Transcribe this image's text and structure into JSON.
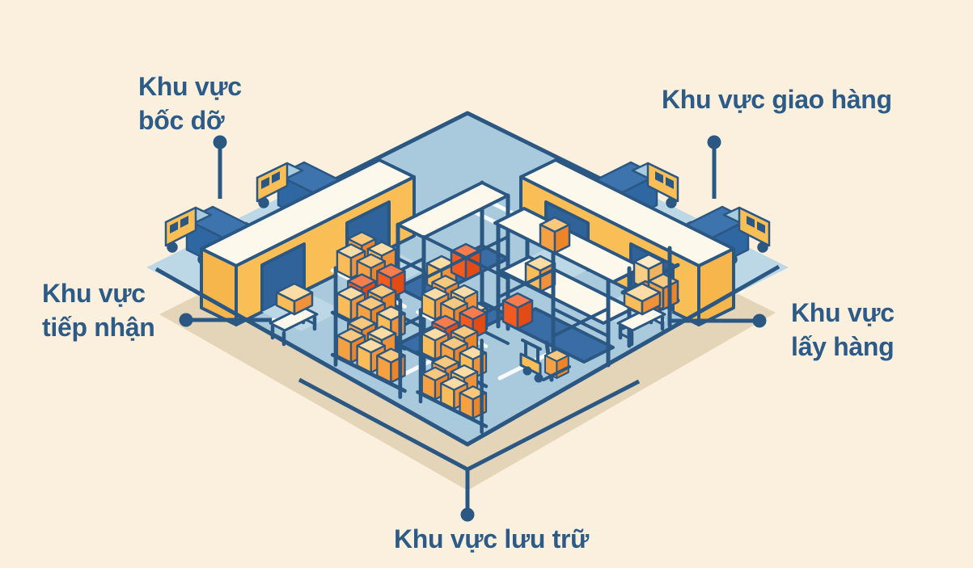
{
  "diagram": {
    "subject": "warehouse-zones-isometric-diagram",
    "labels": {
      "unloading_area": {
        "line1": "Khu vực",
        "line2": "bốc dỡ"
      },
      "delivery_area": {
        "text": "Khu vực giao hàng"
      },
      "receiving_area": {
        "line1": "Khu vực",
        "line2": "tiếp nhận"
      },
      "picking_area": {
        "line1": "Khu vực",
        "line2": "lấy hàng"
      },
      "storage_area": {
        "text": "Khu vực lưu trữ"
      }
    },
    "colors": {
      "background": "#FAF0DD",
      "outline_navy": "#2B5783",
      "label_text": "#2D5B88",
      "floor_blue": "#A9C9DC",
      "dock_pad_blue": "#BCD7E5",
      "medium_blue": "#3A6CA6",
      "trailer_blue": "#2F67A2",
      "building_yellow": "#F9BE55",
      "box_orange": "#F0923A",
      "box_red_orange": "#F25A20",
      "box_top_pale": "#FBDCA4",
      "roof_cream": "#FDF8EC",
      "base_tan": "#E4D4B8"
    }
  }
}
